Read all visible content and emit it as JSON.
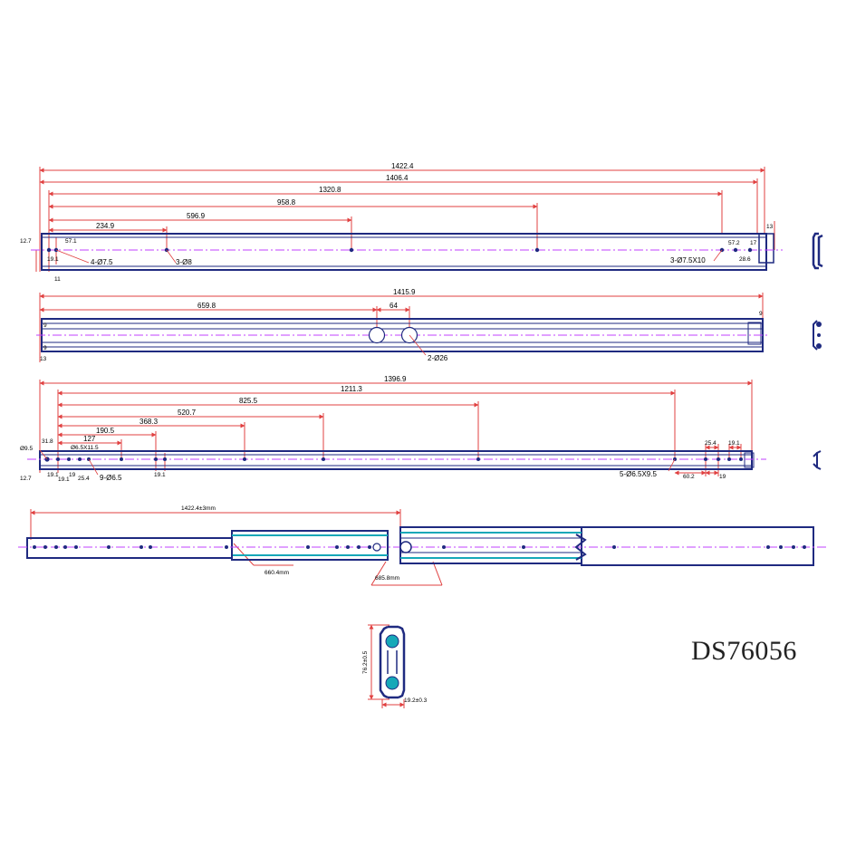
{
  "model": "DS76056",
  "colors": {
    "dimension": "#e04040",
    "outline": "#1f2a80",
    "centerline": "#c040ff",
    "ball_cage": "#16a8b8",
    "ink": "#000000"
  },
  "view1": {
    "dims": [
      "1422.4",
      "1406.4",
      "1320.8",
      "958.8",
      "596.9",
      "234.9"
    ],
    "left": [
      "12.7",
      "57.1",
      "19.1",
      "11"
    ],
    "right": [
      "13",
      "57.2",
      "17",
      "28.6"
    ],
    "holes": [
      "4-Ø7.5",
      "3-Ø8",
      "3-Ø7.5X10"
    ]
  },
  "view2": {
    "dims": [
      "1415.9",
      "659.8",
      "64"
    ],
    "left": [
      "13",
      "9",
      "9"
    ],
    "right": [
      "9"
    ],
    "holes": [
      "2-Ø26"
    ]
  },
  "view3": {
    "dims": [
      "1396.9",
      "1211.3",
      "825.5",
      "520.7",
      "368.3",
      "190.5",
      "127"
    ],
    "left": [
      "31.8",
      "Ø9.5",
      "Ø6.5X11.5",
      "12.7",
      "19.1",
      "19.1",
      "19",
      "25.4",
      "19.1"
    ],
    "right": [
      "25.4",
      "19.1",
      "60.2",
      "19"
    ],
    "holes": [
      "9-Ø6.5",
      "5-Ø6.5X9.5"
    ]
  },
  "view4": {
    "dims": [
      "1422.4±3mm",
      "660.4mm",
      "685.8mm"
    ]
  },
  "section": {
    "height": "76.2±0.5",
    "width": "19.2±0.3"
  }
}
